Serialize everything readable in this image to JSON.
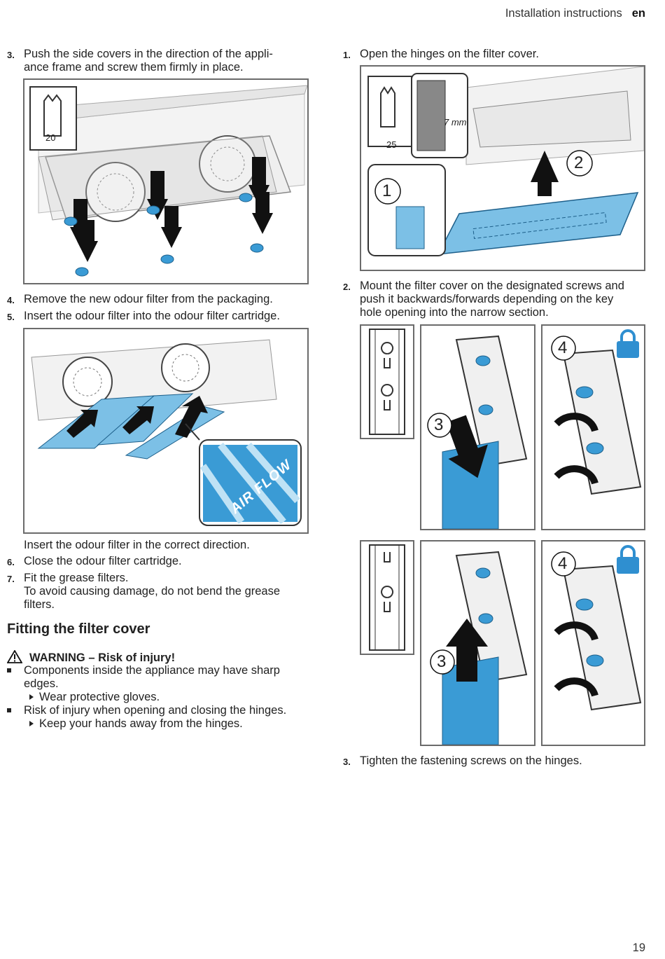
{
  "header": {
    "section": "Installation instructions",
    "lang": "en"
  },
  "left": {
    "step3": {
      "num": "3.",
      "line1": "Push the side covers in the direction of the appli-",
      "line2": "ance frame and screw them firmly in place."
    },
    "fig1": {
      "tool_size": "20"
    },
    "step4": {
      "num": "4.",
      "text": "Remove the new odour filter from the packaging."
    },
    "step5": {
      "num": "5.",
      "text": "Insert the odour filter into the odour filter cartridge."
    },
    "fig2": {
      "airflow_label": "AIR FLOW"
    },
    "note": "Insert the odour filter in the correct direction.",
    "step6": {
      "num": "6.",
      "text": "Close the odour filter cartridge."
    },
    "step7": {
      "num": "7.",
      "line1": "Fit the grease filters.",
      "line2": "To avoid causing damage, do not bend the grease",
      "line3": "filters."
    },
    "section_title": "Fitting the filter cover",
    "warning": "WARNING – Risk of injury!",
    "bullets": [
      {
        "line1": "Components inside the appliance may have sharp",
        "line2": "edges.",
        "sub": "Wear protective gloves."
      },
      {
        "line1": "Risk of injury when opening and closing the hinges.",
        "sub": "Keep your hands away from the hinges."
      }
    ]
  },
  "right": {
    "step1": {
      "num": "1.",
      "text": "Open the hinges on the filter cover."
    },
    "fig3": {
      "tool_size": "25",
      "measure": "7 mm",
      "callout1": "1",
      "callout2": "2"
    },
    "step2": {
      "num": "2.",
      "line1": "Mount the filter cover on the designated screws and",
      "line2": "push it backwards/forwards depending on the key",
      "line3": "hole opening into the narrow section."
    },
    "fig4": {
      "callout3": "3",
      "callout4": "4"
    },
    "fig5": {
      "callout3": "3",
      "callout4": "4"
    },
    "step3": {
      "num": "3.",
      "text": "Tighten the fastening screws on the hinges."
    }
  },
  "colors": {
    "accent_blue": "#3a9bd5",
    "lock_blue": "#2f8fd0",
    "frame_gray": "#6b6b6b"
  },
  "page_number": "19"
}
